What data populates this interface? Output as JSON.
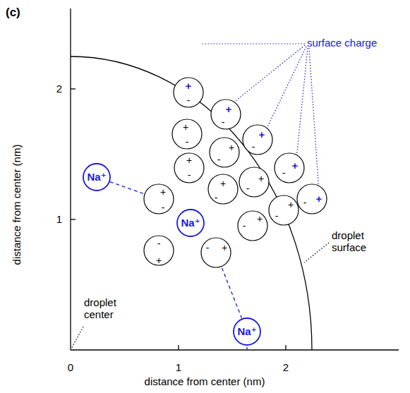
{
  "diagram": {
    "nodes": [
      {
        "text": [
          "+",
          "-"
        ]
      },
      {
        "text": [
          "+",
          "-"
        ]
      },
      {
        "text": [
          "+",
          "-"
        ]
      },
      {
        "text": [
          "+",
          "-"
        ]
      },
      {
        "text": [
          "+",
          "-"
        ]
      },
      {
        "text": [
          "+",
          "-"
        ]
      },
      {
        "text": [
          "+",
          "-"
        ]
      },
      {
        "text": [
          "+",
          "-"
        ]
      },
      {
        "text": [
          "+",
          "-"
        ]
      },
      {
        "text": [
          "+",
          "-"
        ]
      },
      {
        "text": [
          "+",
          "-"
        ]
      },
      {
        "text": [
          "+",
          "-"
        ]
      },
      {
        "text": [
          "+",
          "-"
        ]
      },
      {
        "text": [
          "+",
          "-"
        ]
      },
      {
        "text": [
          "+",
          "-"
        ]
      },
      {
        "text": [
          "Na⁺"
        ]
      },
      {
        "text": [
          "Na⁺"
        ]
      },
      {
        "text": [
          "Na⁺"
        ]
      }
    ],
    "edges": [
      {
        "from": 15,
        "to": 9,
        "arrow": "none"
      },
      {
        "from": 17,
        "to": 14,
        "arrow": "none"
      }
    ],
    "labels": [
      "(c)",
      "surface charge",
      "droplet surface",
      "droplet center",
      "0",
      "1",
      "2",
      "1",
      "2",
      "distance from center (nm)",
      "distance from center (nm)"
    ]
  }
}
